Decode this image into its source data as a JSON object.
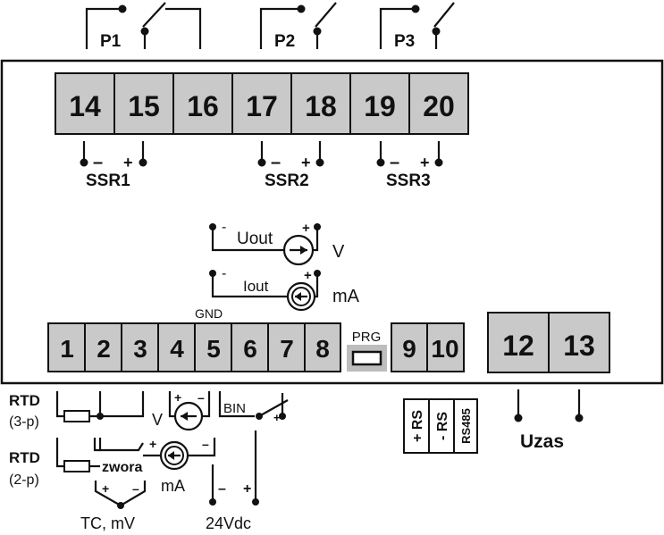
{
  "relays": {
    "p1": "P1",
    "p2": "P2",
    "p3": "P3"
  },
  "top_terminals": [
    "14",
    "15",
    "16",
    "17",
    "18",
    "19",
    "20"
  ],
  "ssr": {
    "ssr1": "SSR1",
    "ssr2": "SSR2",
    "ssr3": "SSR3",
    "minus": "–",
    "plus": "+"
  },
  "outputs": {
    "uout_label": "Uout",
    "uout_unit": "V",
    "iout_label": "Iout",
    "iout_unit": "mA",
    "minus": "-",
    "plus": "+"
  },
  "gnd_label": "GND",
  "bottom_terminals": [
    "1",
    "2",
    "3",
    "4",
    "5",
    "6",
    "7",
    "8"
  ],
  "prg_label": "PRG",
  "rs_terminals": [
    "9",
    "10"
  ],
  "rs_labels": {
    "plus_rs": "+ RS",
    "minus_rs": "- RS",
    "rs485": "RS485"
  },
  "power_terminals": [
    "12",
    "13"
  ],
  "uzas_label": "Uzas",
  "inputs": {
    "rtd_3p_title": "RTD",
    "rtd_3p_sub": "(3-p)",
    "rtd_2p_title": "RTD",
    "rtd_2p_sub": "(2-p)",
    "zwora": "zwora",
    "tc_mv": "TC, mV",
    "v_unit": "V",
    "ma_unit": "mA",
    "bin": "BIN",
    "vdc": "24Vdc",
    "plus": "+",
    "minus": "–"
  }
}
